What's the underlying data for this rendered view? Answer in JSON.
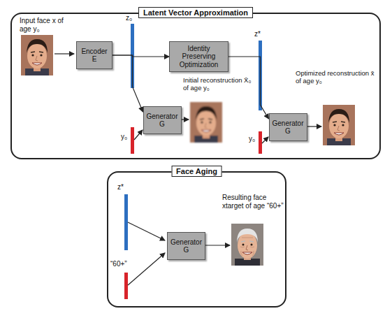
{
  "diagram": {
    "nodes": [
      {
        "text": [
          "Latent Vector Approximation"
        ]
      },
      {
        "text": [
          "Encoder E"
        ],
        "in": 0
      },
      {
        "text": [
          "Identity Preserving Optimization"
        ],
        "in": 0
      },
      {
        "text": [
          "Generator G"
        ],
        "in": 0
      },
      {
        "text": [
          "Generator G"
        ],
        "in": 0
      },
      {
        "text": [
          "Face Aging"
        ]
      },
      {
        "text": [
          "Generator G"
        ],
        "in": 5
      }
    ],
    "edges": [
      {
        "from": 1,
        "to": 2,
        "arrow": "to"
      },
      {
        "from": 1,
        "to": 3,
        "arrow": "to"
      },
      {
        "from": 2,
        "to": 4,
        "arrow": "to"
      }
    ],
    "labels": [
      "Input face x of age y₀",
      "z₀",
      "z*",
      "y₀",
      "Initial reconstruction X̄₀ of age y₀",
      "y₀",
      "Optimized reconstruction x̄ of age y₀",
      "z*",
      "“60+”",
      "Resulting face xtarget of age “60+”"
    ]
  }
}
